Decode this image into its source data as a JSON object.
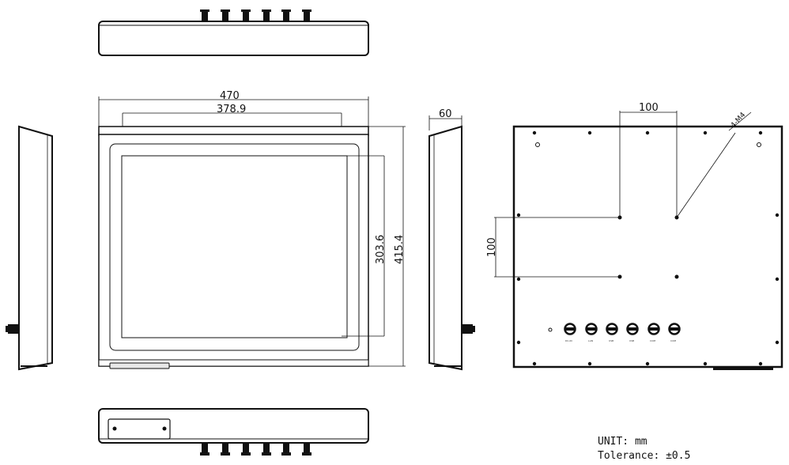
{
  "dimensions": {
    "width": "470",
    "window_width": "378.9",
    "window_height": "303.6",
    "height": "415.4",
    "depth": "60",
    "mount_h": "100",
    "mount_v": "100",
    "screw": "4-M4"
  },
  "rear_ports": [
    "DC-IN",
    "LAN",
    "USB",
    "USB",
    "COM",
    "COM"
  ],
  "notes": {
    "unit": "UNIT: mm",
    "tolerance": "Tolerance: ±0.5"
  }
}
